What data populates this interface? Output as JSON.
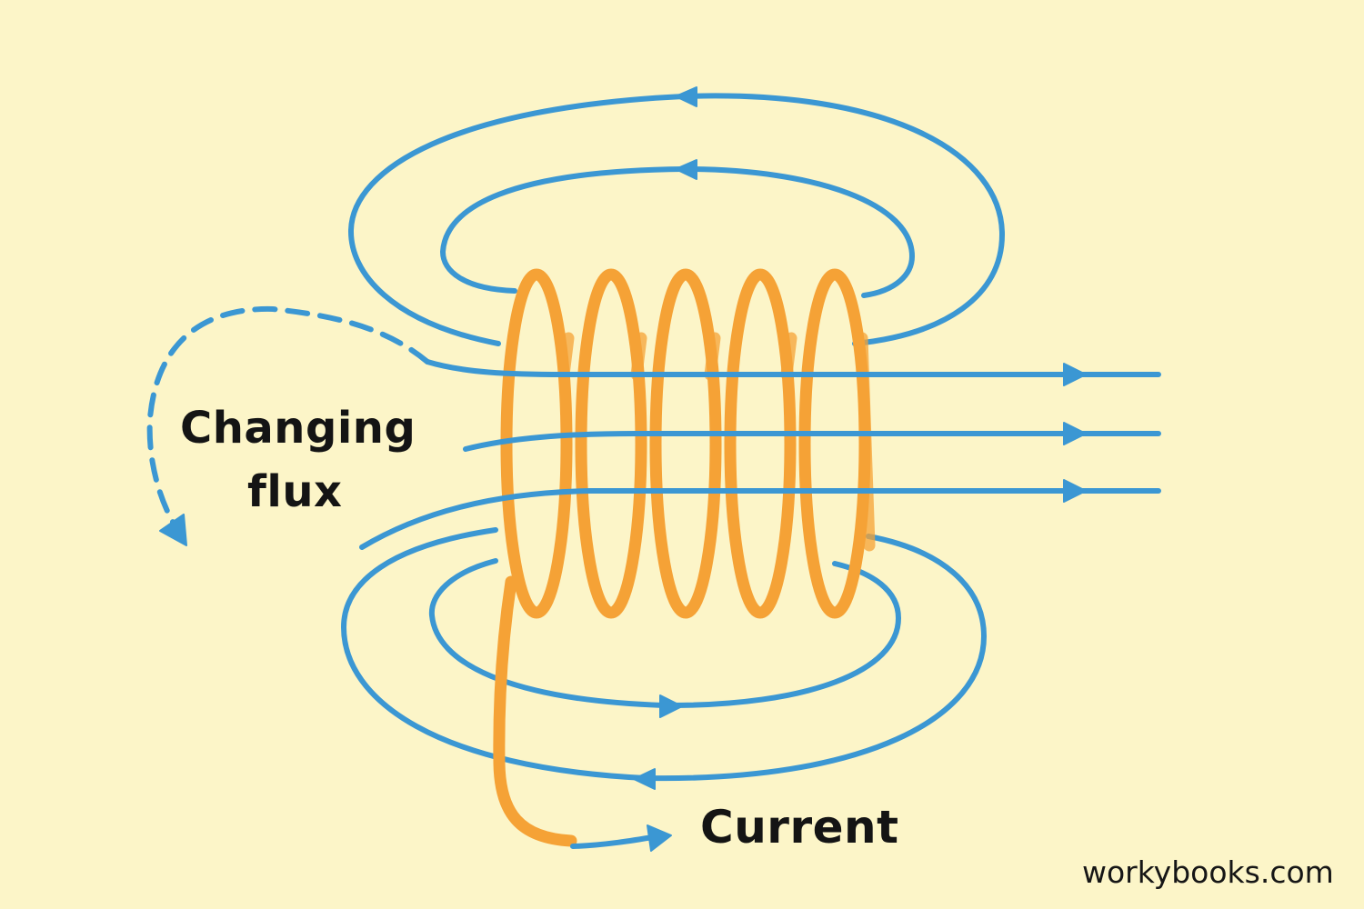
{
  "labels": {
    "changing_flux_line1": "Changing",
    "changing_flux_line2": "flux",
    "current": "Current"
  },
  "watermark": "workybooks.com",
  "colors": {
    "background": "#FCF5C8",
    "field_line": "#3B97D3",
    "coil": "#F5A236",
    "text": "#141414"
  }
}
